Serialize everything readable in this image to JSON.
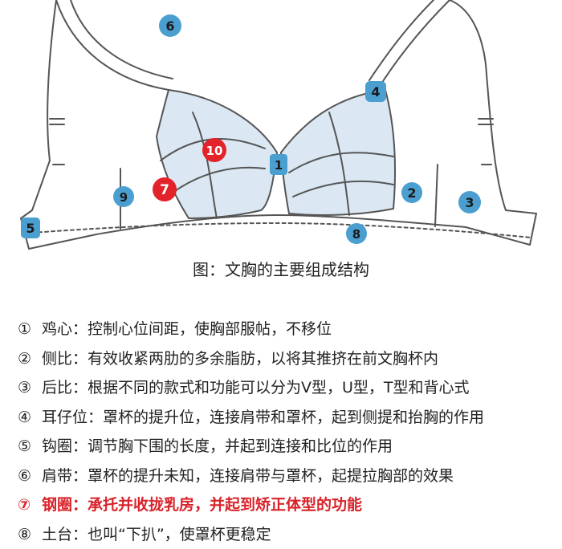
{
  "caption": "图：文胸的主要组成结构",
  "markers": [
    {
      "id": "1",
      "label": "1",
      "style": "blue"
    },
    {
      "id": "2",
      "label": "2",
      "style": "blue"
    },
    {
      "id": "3",
      "label": "3",
      "style": "blue"
    },
    {
      "id": "4",
      "label": "4",
      "style": "blue"
    },
    {
      "id": "5",
      "label": "5",
      "style": "blue"
    },
    {
      "id": "6",
      "label": "6",
      "style": "blue"
    },
    {
      "id": "7",
      "label": "7",
      "style": "red"
    },
    {
      "id": "8",
      "label": "8",
      "style": "blue"
    },
    {
      "id": "9",
      "label": "9",
      "style": "blue"
    },
    {
      "id": "10",
      "label": "10",
      "style": "red"
    }
  ],
  "colors": {
    "blue_marker": "#4a9fd0",
    "red_marker": "#e2232a",
    "cup_fill": "#dbe8f3",
    "outline": "#555555",
    "highlight_text": "#d9232a"
  },
  "legend": [
    {
      "num": "①",
      "text": "鸡心：控制心位间距，使胸部服帖，不移位"
    },
    {
      "num": "②",
      "text": "侧比：有效收紧两肋的多余脂肪，以将其推挤在前文胸杯内"
    },
    {
      "num": "③",
      "text": "后比：根据不同的款式和功能可以分为V型，U型，T型和背心式"
    },
    {
      "num": "④",
      "text": "耳仔位：罩杯的提升位，连接肩带和罩杯，起到侧提和抬胸的作用"
    },
    {
      "num": "⑤",
      "text": "钩圈：调节胸下围的长度，并起到连接和比位的作用"
    },
    {
      "num": "⑥",
      "text": "肩带：罩杯的提升未知，连接肩带与罩杯，起提拉胸部的效果"
    },
    {
      "num": "⑦",
      "text": "钢圈：承托并收拢乳房，并起到矫正体型的功能",
      "highlight": true
    },
    {
      "num": "⑧",
      "text": "土台：也叫“下扒”，使罩杯更稳定"
    }
  ]
}
